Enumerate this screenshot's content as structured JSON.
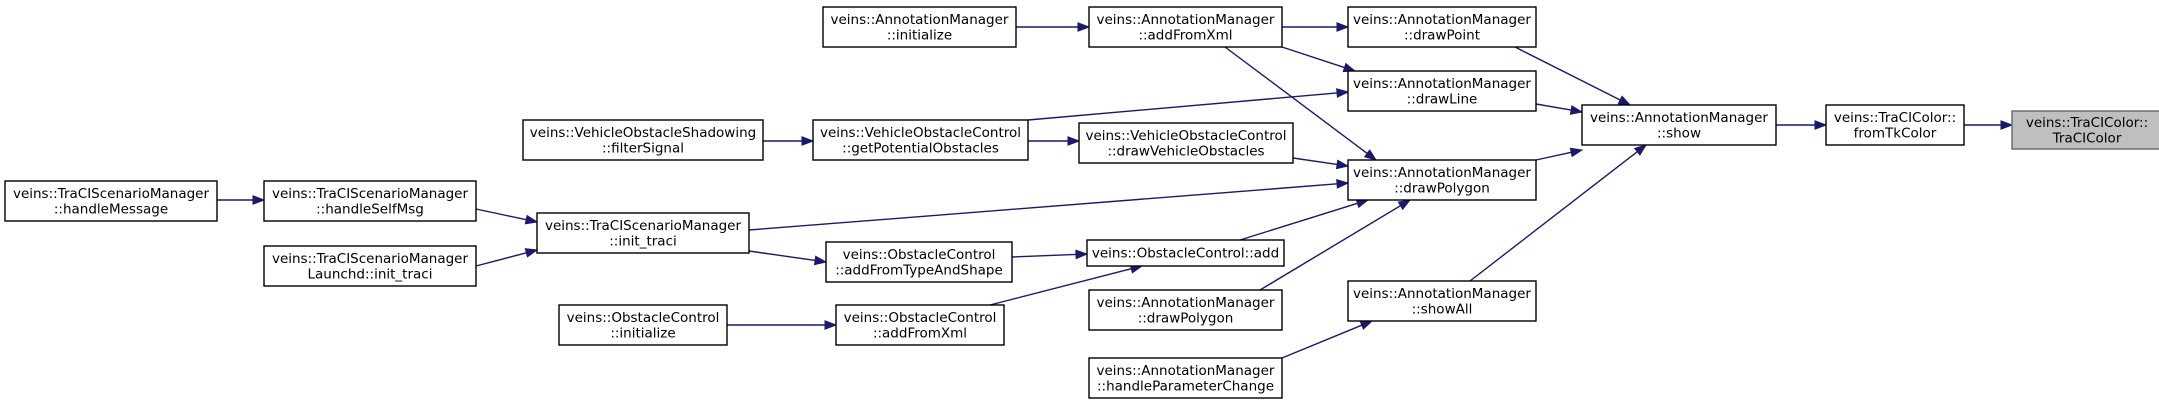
{
  "diagram": {
    "type": "call-graph",
    "edge_color": "#191970",
    "node_border_color": "#000000",
    "highlight_fill": "#bfbfbf",
    "nodes": [
      {
        "id": "n_target",
        "lines": [
          "veins::TraCIColor::",
          "TraCIColor"
        ],
        "highlight": true
      },
      {
        "id": "n_fromtk",
        "lines": [
          "veins::TraCIColor::",
          "fromTkColor"
        ]
      },
      {
        "id": "n_show",
        "lines": [
          "veins::AnnotationManager",
          "::show"
        ]
      },
      {
        "id": "n_drawpoint",
        "lines": [
          "veins::AnnotationManager",
          "::drawPoint"
        ]
      },
      {
        "id": "n_drawline",
        "lines": [
          "veins::AnnotationManager",
          "::drawLine"
        ]
      },
      {
        "id": "n_drawpoly1",
        "lines": [
          "veins::AnnotationManager",
          "::drawPolygon"
        ]
      },
      {
        "id": "n_showall",
        "lines": [
          "veins::AnnotationManager",
          "::showAll"
        ]
      },
      {
        "id": "n_addfromxml_am",
        "lines": [
          "veins::AnnotationManager",
          "::addFromXml"
        ]
      },
      {
        "id": "n_am_init",
        "lines": [
          "veins::AnnotationManager",
          "::initialize"
        ]
      },
      {
        "id": "n_vo_getpot",
        "lines": [
          "veins::VehicleObstacleControl",
          "::getPotentialObstacles"
        ]
      },
      {
        "id": "n_vo_draw",
        "lines": [
          "veins::VehicleObstacleControl",
          "::drawVehicleObstacles"
        ]
      },
      {
        "id": "n_vos_filter",
        "lines": [
          "veins::VehicleObstacleShadowing",
          "::filterSignal"
        ]
      },
      {
        "id": "n_oc_add",
        "lines": [
          "veins::ObstacleControl::add"
        ]
      },
      {
        "id": "n_drawpoly2",
        "lines": [
          "veins::AnnotationManager",
          "::drawPolygon"
        ]
      },
      {
        "id": "n_handleparam",
        "lines": [
          "veins::AnnotationManager",
          "::handleParameterChange"
        ]
      },
      {
        "id": "n_oc_addtype",
        "lines": [
          "veins::ObstacleControl",
          "::addFromTypeAndShape"
        ]
      },
      {
        "id": "n_oc_addxml",
        "lines": [
          "veins::ObstacleControl",
          "::addFromXml"
        ]
      },
      {
        "id": "n_oc_init",
        "lines": [
          "veins::ObstacleControl",
          "::initialize"
        ]
      },
      {
        "id": "n_tsm_init",
        "lines": [
          "veins::TraCIScenarioManager",
          "::init_traci"
        ]
      },
      {
        "id": "n_tsm_selfmsg",
        "lines": [
          "veins::TraCIScenarioManager",
          "::handleSelfMsg"
        ]
      },
      {
        "id": "n_tsml_init",
        "lines": [
          "veins::TraCIScenarioManager",
          "Launchd::init_traci"
        ]
      },
      {
        "id": "n_tsm_msg",
        "lines": [
          "veins::TraCIScenarioManager",
          "::handleMessage"
        ]
      }
    ]
  }
}
